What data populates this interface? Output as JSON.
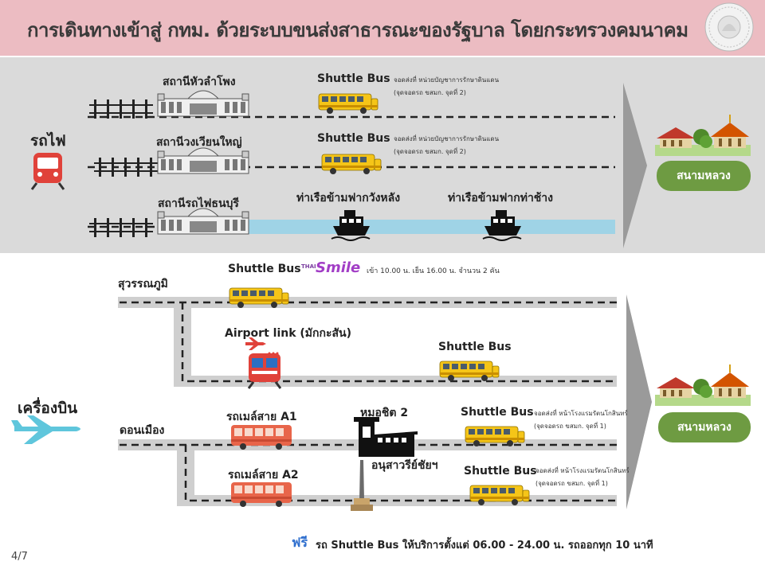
{
  "header": {
    "title": "การเดินทางเข้าสู่ กทม. ด้วยระบบขนส่งสาธารณะของรัฐบาล โดยกระทรวงคมนาคม"
  },
  "train": {
    "section_label": "รถไฟ",
    "stations": [
      {
        "name": "สถานีหัวลำโพง"
      },
      {
        "name": "สถานีวงเวียนใหญ่"
      },
      {
        "name": "สถานีรถไฟธนบุรี"
      }
    ],
    "shuttle_1": {
      "label": "Shuttle Bus",
      "note_line1": "จอดส่งที่ หน่วยบัญชาการรักษาดินแดน",
      "note_line2": "(จุดจอดรถ ขสมก. จุดที่ 2)"
    },
    "shuttle_2": {
      "label": "Shuttle Bus",
      "note_line1": "จอดส่งที่ หน่วยบัญชาการรักษาดินแดน",
      "note_line2": "(จุดจอดรถ ขสมก. จุดที่ 2)"
    },
    "pier_1": "ท่าเรือข้ามฟากวังหลัง",
    "pier_2": "ท่าเรือข้ามฟากท่าช้าง",
    "destination": "สนามหลวง"
  },
  "air": {
    "section_label": "เครื่องบิน",
    "suvarnabhumi": "สุวรรณภูมิ",
    "shuttle_smile": {
      "label": "Shuttle Bus",
      "logo_small": "THAI",
      "logo": "Smile",
      "note": "เข้า 10.00 น. เย็น 16.00 น. จำนวน 2 คัน"
    },
    "airport_link": "Airport link (มักกะสัน)",
    "shuttle_link": "Shuttle Bus",
    "don_mueang": "ดอนเมือง",
    "bus_a1": "รถเมล์สาย A1",
    "bus_a2": "รถเมล์สาย A2",
    "mochit": "หมอชิต 2",
    "victory": "อนุสาวรีย์ชัยฯ",
    "shuttle_a1": {
      "label": "Shuttle Bus",
      "note_line1": "จอดส่งที่ หน้าโรงแรมรัตนโกสินทร์",
      "note_line2": "(จุดจอดรถ ขสมก. จุดที่ 1)"
    },
    "shuttle_a2": {
      "label": "Shuttle Bus",
      "note_line1": "จอดส่งที่ หน้าโรงแรมรัตนโกสินทร์",
      "note_line2": "(จุดจอดรถ ขสมก. จุดที่ 1)"
    },
    "destination": "สนามหลวง"
  },
  "footer": {
    "free": "ฟรี",
    "text": "รถ Shuttle Bus ให้บริการตั้งแต่ 06.00 - 24.00 น. รถออกทุก 10 นาที",
    "page": "4/7"
  },
  "colors": {
    "header_bg": "#ecbcc2",
    "panel_bg": "#dadada",
    "destination": "#6e9b42",
    "river": "#9fd3e6",
    "bus": "#f5c518",
    "city_bus": "#e8654a",
    "free": "#2f6fce"
  },
  "icons": [
    "seal-icon",
    "train-icon",
    "rail-tracks-icon",
    "station-building-icon",
    "yellow-bus-icon",
    "ferry-icon",
    "grand-palace-icon",
    "airplane-icon",
    "airport-link-train-icon",
    "red-bus-icon",
    "bus-terminal-icon",
    "victory-monument-icon",
    "arrow-icon"
  ]
}
